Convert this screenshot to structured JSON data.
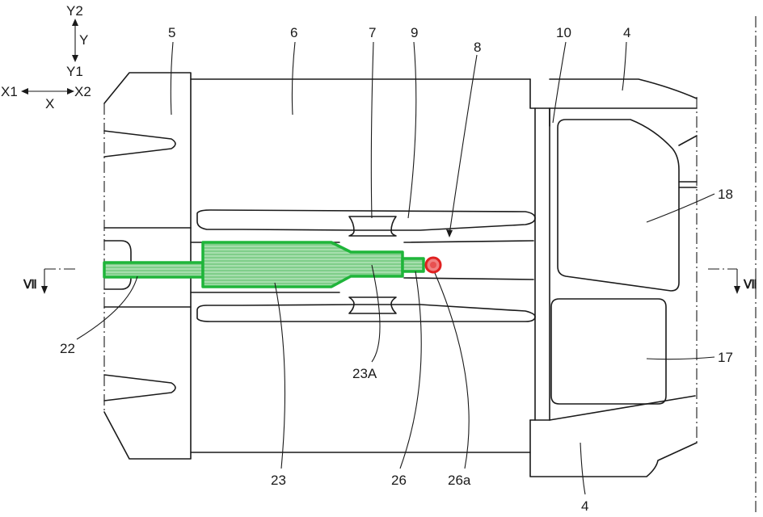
{
  "axes": {
    "y2": "Y2",
    "y": "Y",
    "y1": "Y1",
    "x1": "X1",
    "x": "X",
    "x2": "X2"
  },
  "section": {
    "left": "Ⅶ",
    "right": "Ⅶ"
  },
  "labels": {
    "l5": "5",
    "l6": "6",
    "l7": "7",
    "l9": "9",
    "l8": "8",
    "l10": "10",
    "l4top": "4",
    "l18": "18",
    "l17": "17",
    "l22": "22",
    "l23A": "23A",
    "l23": "23",
    "l26": "26",
    "l26a": "26a",
    "l4bottom": "4"
  },
  "colors": {
    "highlight_green": "#1fb53a",
    "highlight_green_fill": "#7ccf85",
    "marker_red": "#e02020",
    "line": "#1a1a1a"
  }
}
